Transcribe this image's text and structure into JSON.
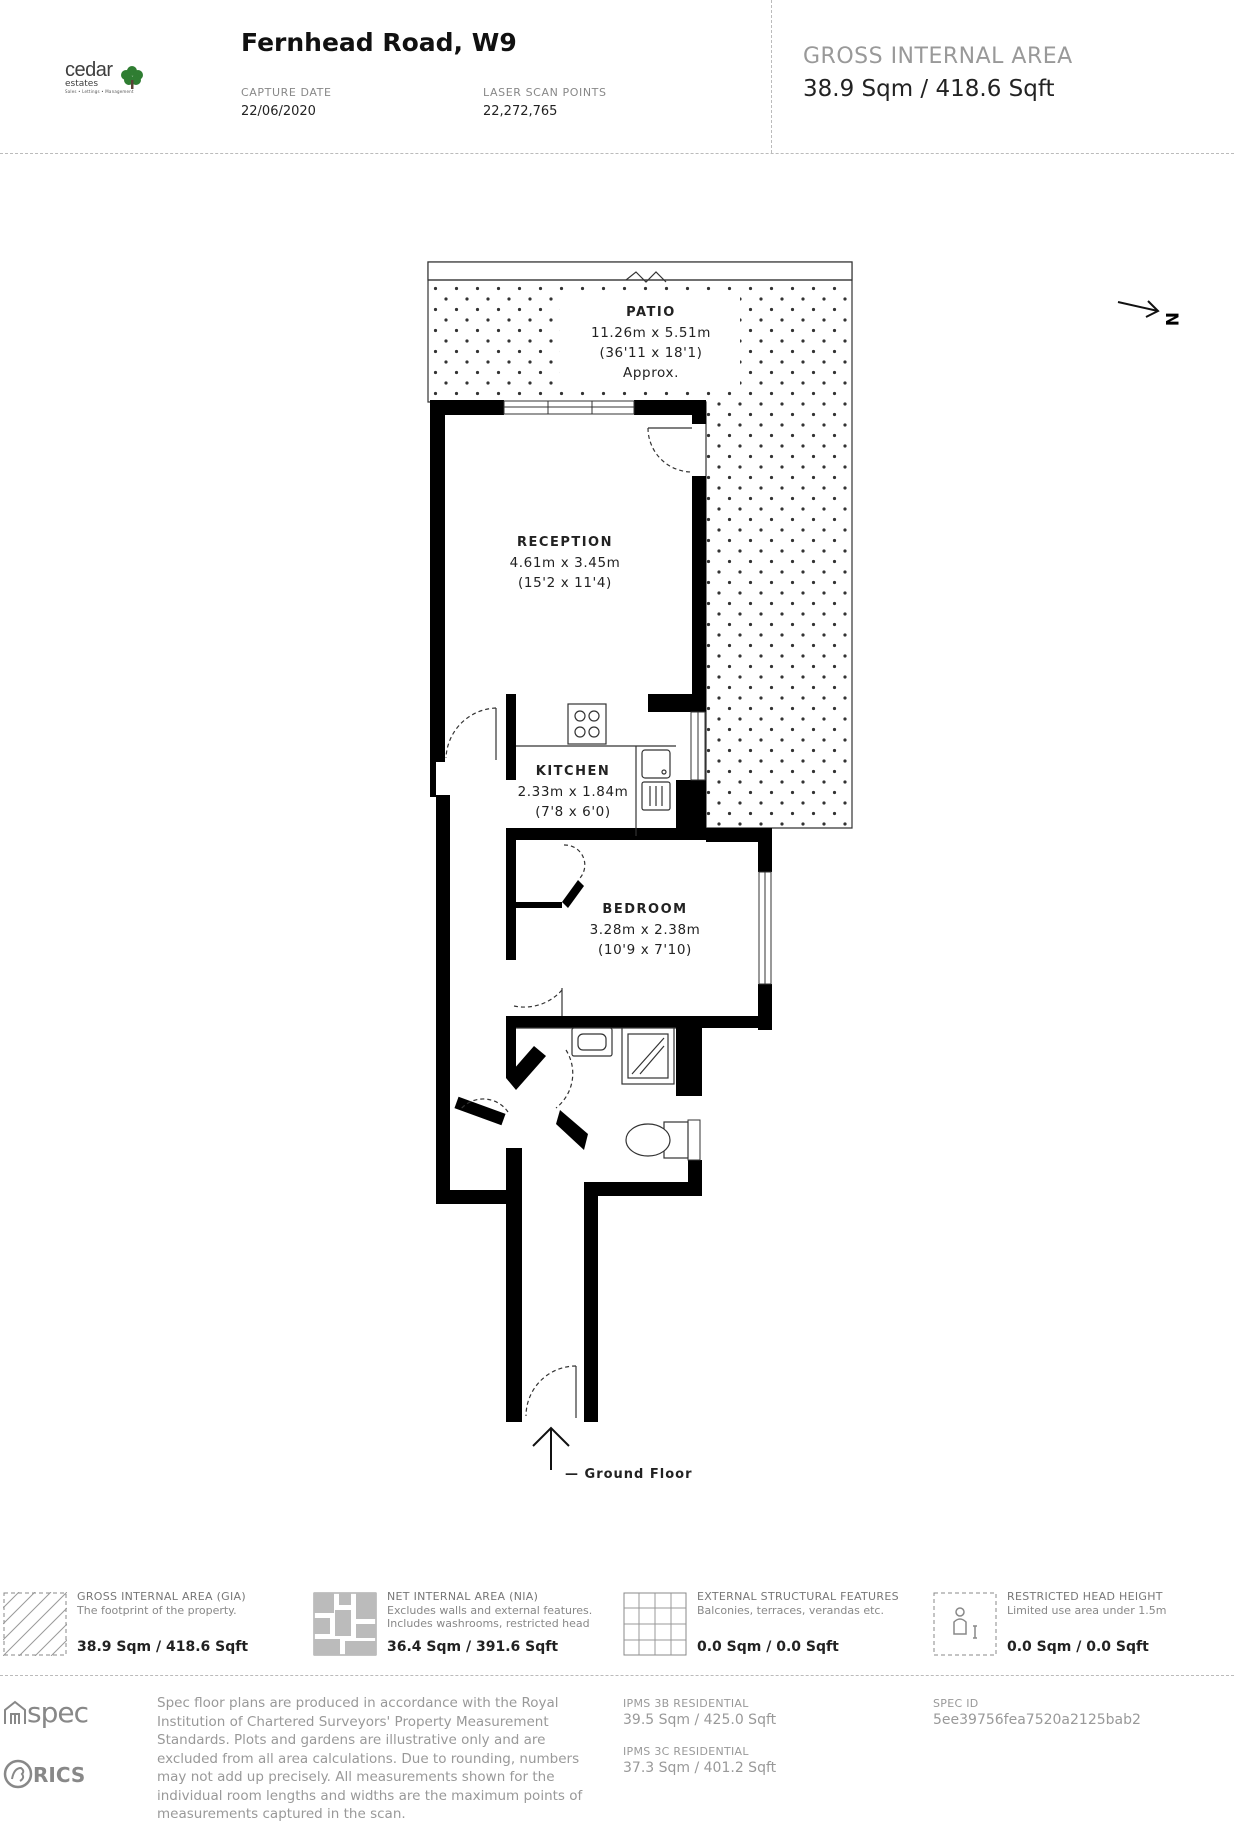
{
  "header": {
    "logo": {
      "word": "cedar",
      "sub": "estates",
      "tag": "Sales • Lettings • Management"
    },
    "address": "Fernhead Road, W9",
    "capture_date_label": "CAPTURE DATE",
    "capture_date": "22/06/2020",
    "scan_points_label": "LASER SCAN POINTS",
    "scan_points": "22,272,765",
    "gia_label": "GROSS INTERNAL AREA",
    "gia_value": "38.9 Sqm / 418.6 Sqft"
  },
  "plan": {
    "compass": "N",
    "floor_label": "— Ground Floor",
    "rooms": {
      "patio": {
        "name": "PATIO",
        "dim_m": "11.26m x 5.51m",
        "dim_ft": "(36'11 x 18'1)",
        "note": "Approx."
      },
      "reception": {
        "name": "RECEPTION",
        "dim_m": "4.61m x 3.45m",
        "dim_ft": "(15'2 x 11'4)"
      },
      "kitchen": {
        "name": "KITCHEN",
        "dim_m": "2.33m x 1.84m",
        "dim_ft": "(7'8 x 6'0)"
      },
      "bedroom": {
        "name": "BEDROOM",
        "dim_m": "3.28m x 2.38m",
        "dim_ft": "(10'9 x 7'10)"
      }
    }
  },
  "legend": [
    {
      "title": "GROSS INTERNAL AREA (GIA)",
      "desc": "The footprint of the property.",
      "value": "38.9 Sqm / 418.6 Sqft",
      "icon": "gia-hatch-icon"
    },
    {
      "title": "NET INTERNAL AREA (NIA)",
      "desc": "Excludes walls and external features. Includes washrooms, restricted head",
      "value": "36.4 Sqm / 391.6 Sqft",
      "icon": "nia-rooms-icon"
    },
    {
      "title": "EXTERNAL STRUCTURAL FEATURES",
      "desc": "Balconies, terraces, verandas etc.",
      "value": "0.0 Sqm / 0.0 Sqft",
      "icon": "grid-icon"
    },
    {
      "title": "RESTRICTED HEAD HEIGHT",
      "desc": "Limited use area under 1.5m",
      "value": "0.0 Sqm / 0.0 Sqft",
      "icon": "person-height-icon"
    }
  ],
  "footer": {
    "spec_logo": "spec",
    "rics_logo": "RICS",
    "disclaimer": "Spec floor plans are produced in accordance with the Royal Institution of Chartered Surveyors' Property Measurement Standards. Plots and gardens are illustrative only and are excluded from all area calculations. Due to rounding, numbers may not add up precisely. All measurements shown for the individual room lengths and widths are the maximum points of measurements captured in the scan.",
    "ipms3b_label": "IPMS 3B RESIDENTIAL",
    "ipms3b_value": "39.5 Sqm / 425.0 Sqft",
    "ipms3c_label": "IPMS 3C RESIDENTIAL",
    "ipms3c_value": "37.3 Sqm / 401.2 Sqft",
    "spec_id_label": "SPEC ID",
    "spec_id": "5ee39756fea7520a2125bab2"
  }
}
